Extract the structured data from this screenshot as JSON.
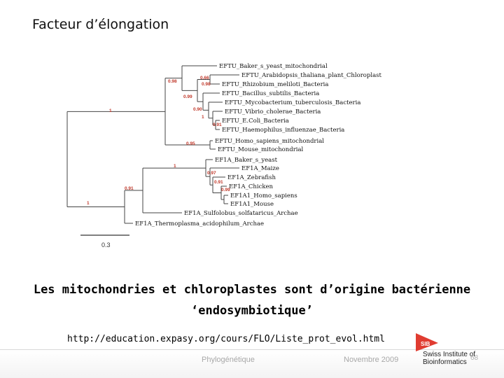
{
  "slide": {
    "title": "Facteur d’élongation"
  },
  "tree": {
    "leaves": [
      "EFTU_Baker_s_yeast_mitochondrial",
      "EFTU_Arabidopsis_thaliana_plant_Chloroplast",
      "EFTU_Rhizobium_meliloti_Bacteria",
      "EFTU_Bacillus_subtilis_Bacteria",
      "EFTU_Mycobacterium_tuberculosis_Bacteria",
      "EFTU_Vibrio_cholerae_Bacteria",
      "EFTU_E.Coli_Bacteria",
      "EFTU_Haemophilus_influenzae_Bacteria",
      "EFTU_Homo_sapiens_mitochondrial",
      "EFTU_Mouse_mitochondrial",
      "EF1A_Baker_s_yeast",
      "EF1A_Maize",
      "EF1A_Zebrafish",
      "EF1A_Chicken",
      "EF1A1_Homo_sapiens",
      "EF1A1_Mouse",
      "EF1A_Sulfolobus_solfataricus_Archae",
      "EF1A_Thermoplasma_acidophilum_Archae"
    ],
    "bootstrap": [
      "1",
      "0.98",
      "0.66",
      "0.98",
      "0.99",
      "0.90",
      "1",
      "0.91",
      "0.95",
      "1",
      "0.97",
      "0.91",
      "0.99",
      "0.91",
      "1"
    ],
    "scale_label": "0.3"
  },
  "caption": {
    "line1": "Les mitochondries et chloroplastes sont d’origine bactérienne",
    "line2": "‘endosymbiotique’"
  },
  "link": {
    "url": "http://education.expasy.org/cours/FLO/Liste_prot_evol.html"
  },
  "footer": {
    "center": "Phylogénétique",
    "date": "Novembre 2009",
    "org_line1": "Swiss Institute of",
    "org_line2": "Bioinformatics",
    "logo_text": "SIB",
    "page": "68"
  },
  "colors": {
    "bootstrap": "#c0392b",
    "logo": "#e03c31"
  }
}
